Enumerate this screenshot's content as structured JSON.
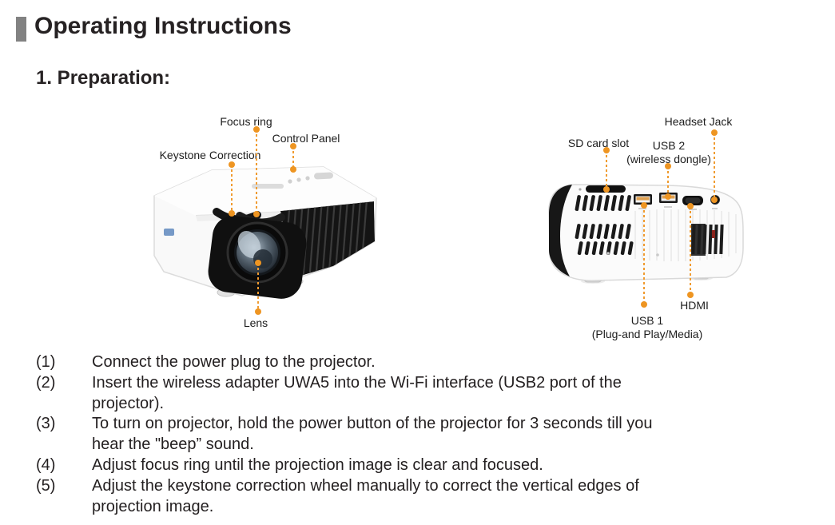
{
  "header": {
    "title": "Operating Instructions"
  },
  "section": {
    "title": "1. Preparation:"
  },
  "colors": {
    "accent_orange": "#EE9522",
    "header_bar_gray": "#828282",
    "text": "#231f20",
    "projector_dark": "#151515"
  },
  "figures": {
    "left": {
      "labels": {
        "focus_ring": "Focus ring",
        "control_panel": "Control Panel",
        "keystone": "Keystone Correction",
        "lens": "Lens"
      }
    },
    "right": {
      "labels": {
        "headset": "Headset Jack",
        "sd": "SD card slot",
        "usb2": "USB 2",
        "usb2_sub": "(wireless dongle)",
        "hdmi": "HDMI",
        "usb1": "USB 1",
        "usb1_sub": "(Plug-and Play/Media)"
      }
    }
  },
  "instructions": {
    "items": [
      {
        "num": "(1)",
        "text": "Connect the power plug to the projector."
      },
      {
        "num": "(2)",
        "text": "Insert the wireless adapter UWA5 into the Wi-Fi interface (USB2 port of the\nprojector)."
      },
      {
        "num": "(3)",
        "text": "To turn on projector, hold the power button of the projector for 3 seconds till you\nhear the \"beep” sound."
      },
      {
        "num": "(4)",
        "text": "Adjust focus ring until the projection image is clear and focused."
      },
      {
        "num": "(5)",
        "text": "Adjust the keystone correction wheel manually to correct the vertical edges of\nprojection image."
      }
    ]
  }
}
